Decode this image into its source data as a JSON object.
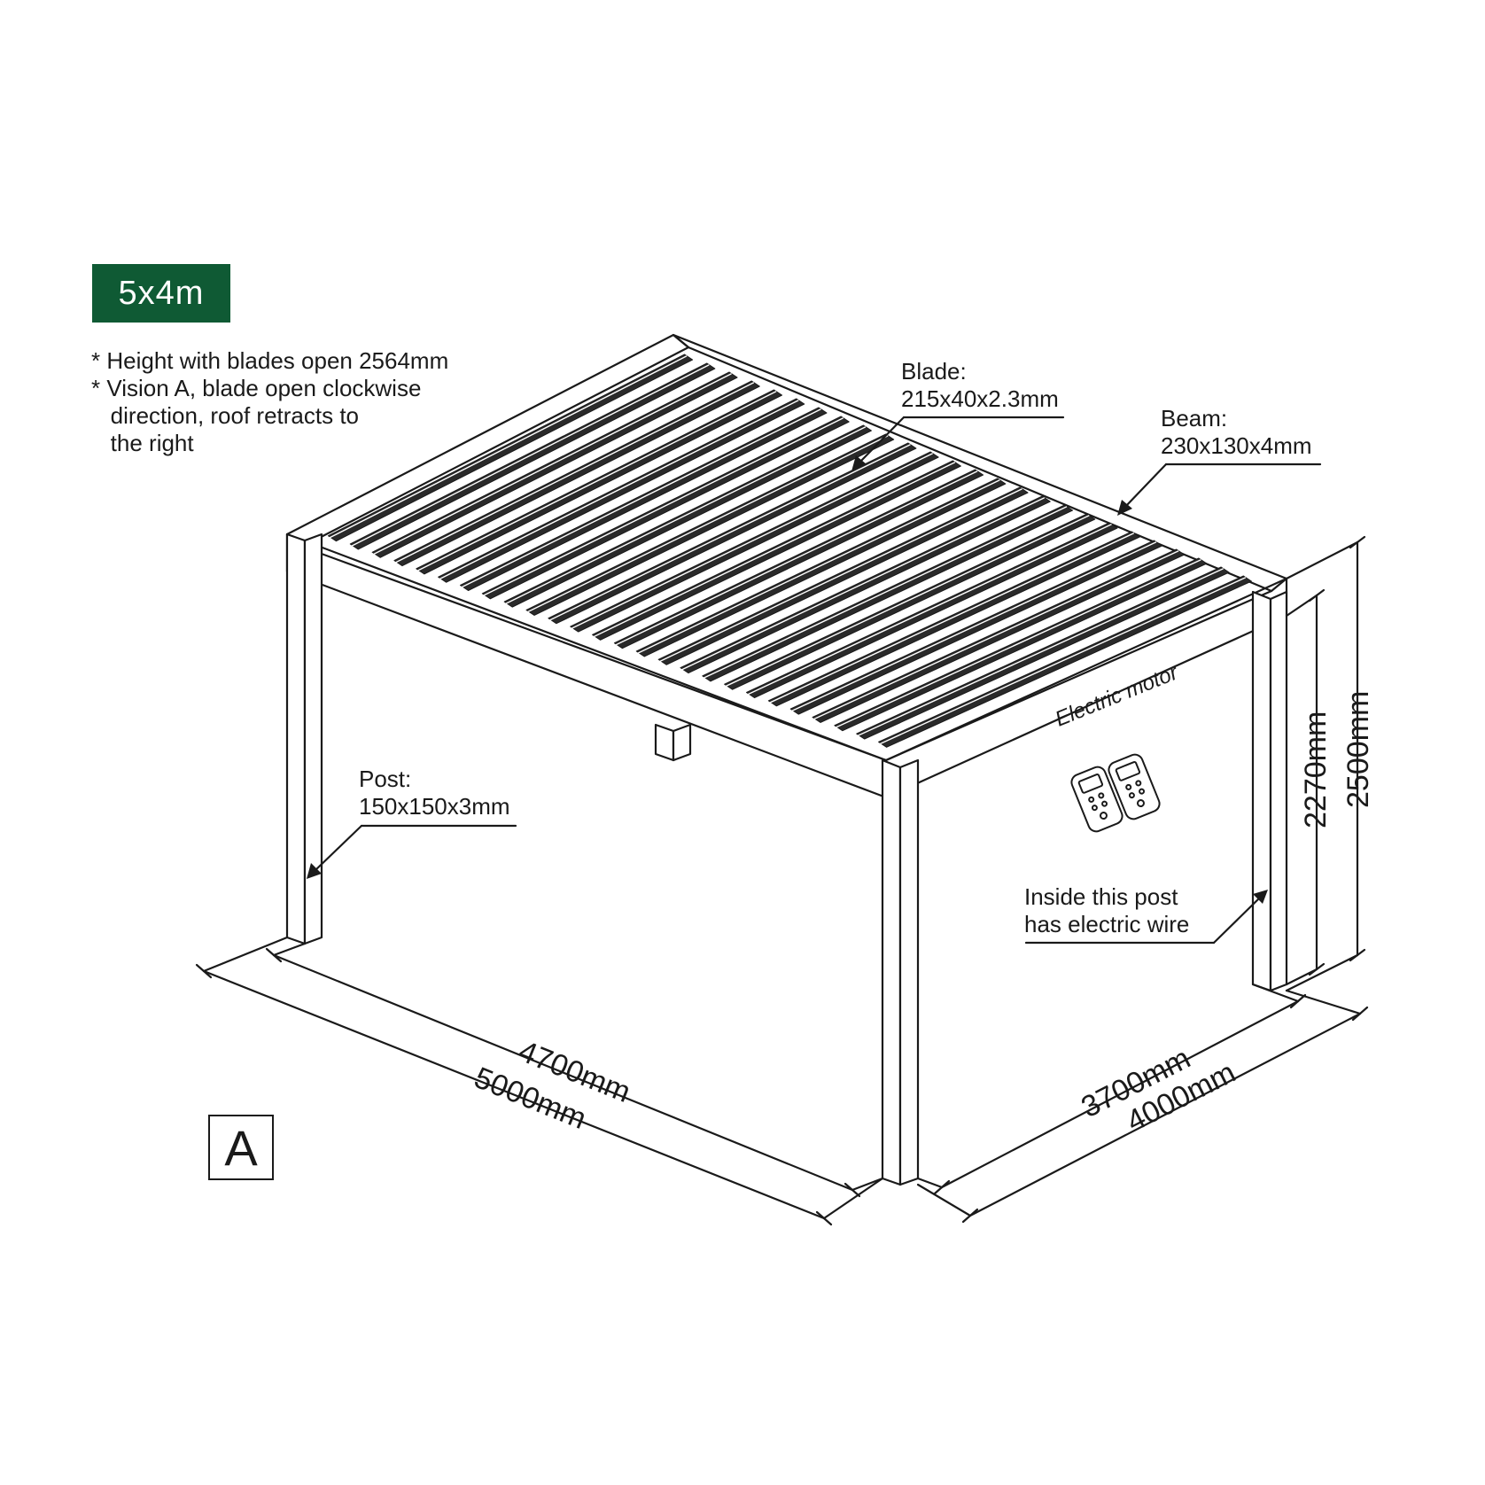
{
  "badge": {
    "text": "5x4m",
    "color": "#0f5a34"
  },
  "notes": [
    "* Height with blades open 2564mm",
    "* Vision A, blade open clockwise",
    "   direction, roof retracts to",
    "   the right"
  ],
  "labels": {
    "blade": {
      "line1": "Blade:",
      "line2": "215x40x2.3mm"
    },
    "beam": {
      "line1": "Beam:",
      "line2": "230x130x4mm"
    },
    "post": {
      "line1": "Post:",
      "line2": "150x150x3mm"
    },
    "wire": {
      "line1": "Inside this post",
      "line2": "has electric wire"
    },
    "motor": "Electric motor"
  },
  "dimensions": {
    "inner_length": "4700mm",
    "outer_length": "5000mm",
    "inner_width": "3700mm",
    "outer_width": "4000mm",
    "inner_height": "2270mm",
    "outer_height": "2500mm"
  },
  "variant": "A",
  "icons": [
    "remote-control-icon",
    "remote-control-icon",
    "leader-arrow-icon"
  ]
}
